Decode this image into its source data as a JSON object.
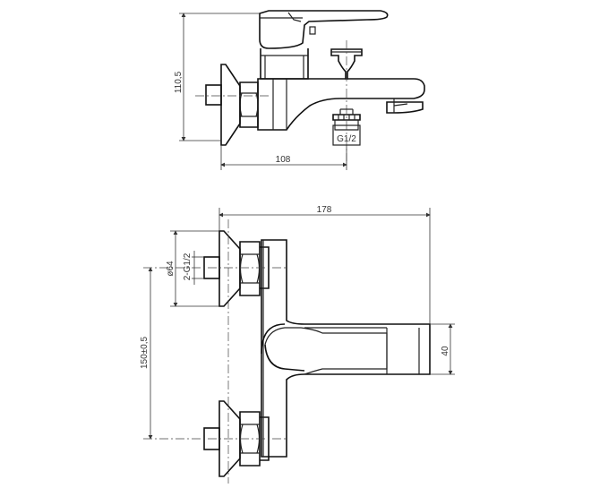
{
  "dimensions": {
    "height_side": "110,5",
    "length_side": "108",
    "thread_outlet": "G1/2",
    "overall_length": "178",
    "flange_diameter": "ø64",
    "inlet_thread": "2-G1/2",
    "center_distance": "150±0,5",
    "spout_height": "40"
  },
  "colors": {
    "line": "#222222",
    "background": "#ffffff"
  }
}
